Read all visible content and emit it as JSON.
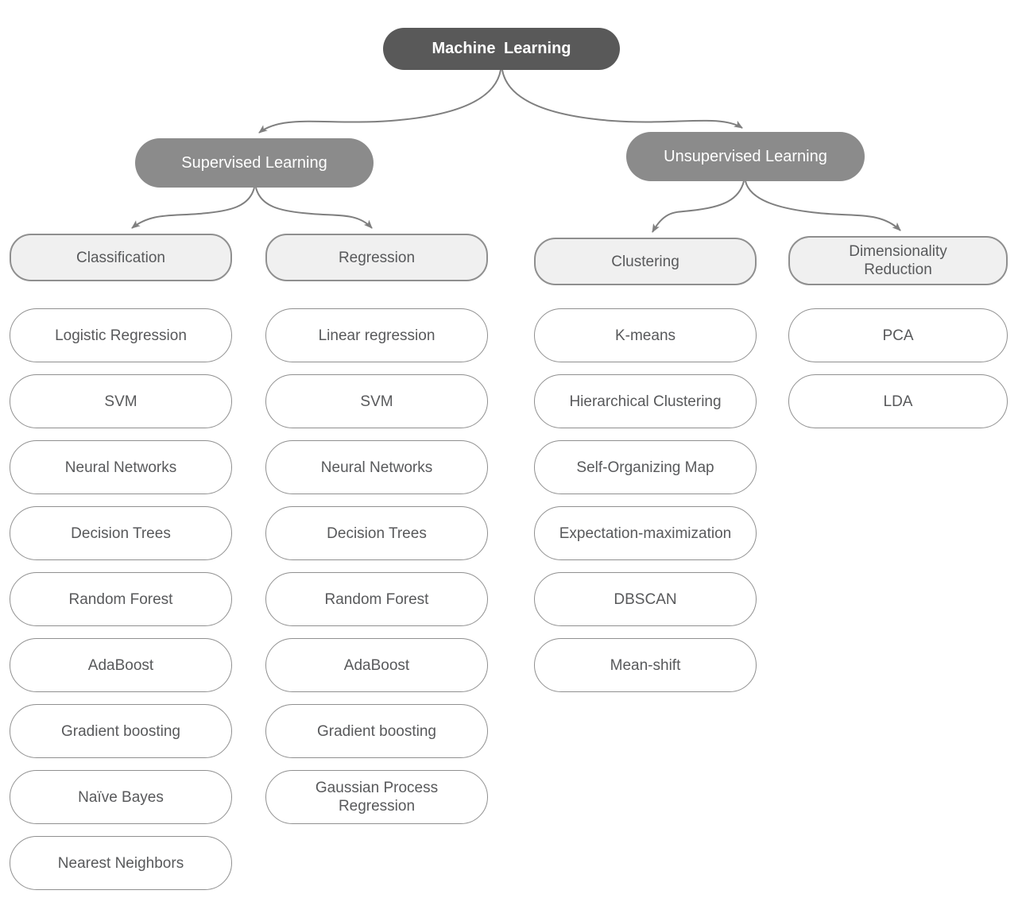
{
  "diagram": {
    "root": {
      "label": "Machine Learning"
    },
    "branches": [
      {
        "label": "Supervised Learning"
      },
      {
        "label": "Unsupervised Learning"
      }
    ],
    "categories": [
      {
        "label": "Classification",
        "parent": "Supervised Learning",
        "items": [
          "Logistic Regression",
          "SVM",
          "Neural Networks",
          "Decision Trees",
          "Random Forest",
          "AdaBoost",
          "Gradient boosting",
          "Naïve Bayes",
          "Nearest Neighbors"
        ]
      },
      {
        "label": "Regression",
        "parent": "Supervised Learning",
        "items": [
          "Linear regression",
          "SVM",
          "Neural Networks",
          "Decision Trees",
          "Random Forest",
          "AdaBoost",
          "Gradient boosting",
          "Gaussian Process Regression"
        ]
      },
      {
        "label": "Clustering",
        "parent": "Unsupervised Learning",
        "items": [
          "K-means",
          "Hierarchical Clustering",
          "Self-Organizing Map",
          "Expectation-maximization",
          "DBSCAN",
          "Mean-shift"
        ]
      },
      {
        "label": "Dimensionality Reduction",
        "parent": "Unsupervised Learning",
        "items": [
          "PCA",
          "LDA"
        ]
      }
    ],
    "colors": {
      "root_bg": "#595959",
      "branch_bg": "#8b8b8b",
      "category_bg": "#f0f0f0",
      "leaf_bg": "#ffffff",
      "node_border": "#8f8f8f",
      "connector": "#7f7f7f",
      "dark_text": "#58595b",
      "light_text": "#ffffff"
    }
  }
}
